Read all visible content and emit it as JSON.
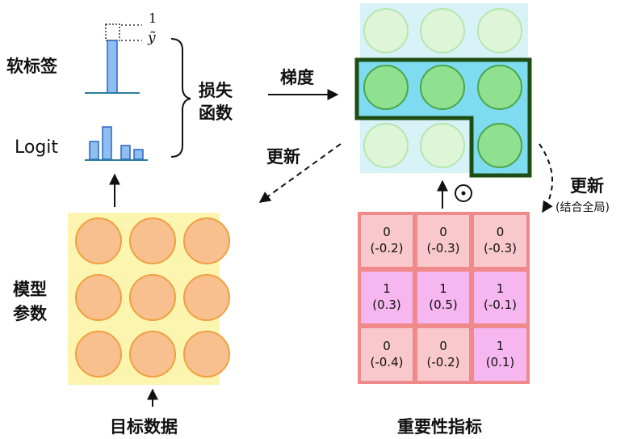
{
  "labels": {
    "soft_label": "软标签",
    "logit": "Logit",
    "one_mark": "1",
    "y_tilde": "ỹ",
    "loss_line1": "损失",
    "loss_line2": "函数",
    "gradient": "梯度",
    "update_left": "更新",
    "update_right": "更新",
    "update_right_sub": "(结合全局)",
    "model_params_line1": "模型",
    "model_params_line2": "参数",
    "target_data": "目标数据",
    "importance": "重要性指标",
    "hadamard": "⊙"
  },
  "importance_grid": [
    [
      {
        "bin": "0",
        "score": "(-0.2)"
      },
      {
        "bin": "0",
        "score": "(-0.3)"
      },
      {
        "bin": "0",
        "score": "(-0.3)"
      }
    ],
    [
      {
        "bin": "1",
        "score": "(0.3)"
      },
      {
        "bin": "1",
        "score": "(0.5)"
      },
      {
        "bin": "1",
        "score": "(-0.1)"
      }
    ],
    [
      {
        "bin": "0",
        "score": "(-0.4)"
      },
      {
        "bin": "0",
        "score": "(-0.2)"
      },
      {
        "bin": "1",
        "score": "(0.1)"
      }
    ]
  ],
  "colors": {
    "param_bg": "#fbf5b0",
    "param_circle": "#f7c08e",
    "param_circle_stroke": "#f0a040",
    "grad_bg": "#d8f3f8",
    "grad_highlight": "#7fdcf0",
    "grad_circle": "#8fe08f",
    "grad_circle_faded": "#dff5d8",
    "grad_border": "#1e4d14",
    "zero_cell": "#f8c8cc",
    "one_cell": "#f6b6ef",
    "grid_border": "#f08a8a",
    "bar_fill": "#8fbff0",
    "bar_stroke": "#2a64c8",
    "baseline": "#2a7ea0"
  }
}
